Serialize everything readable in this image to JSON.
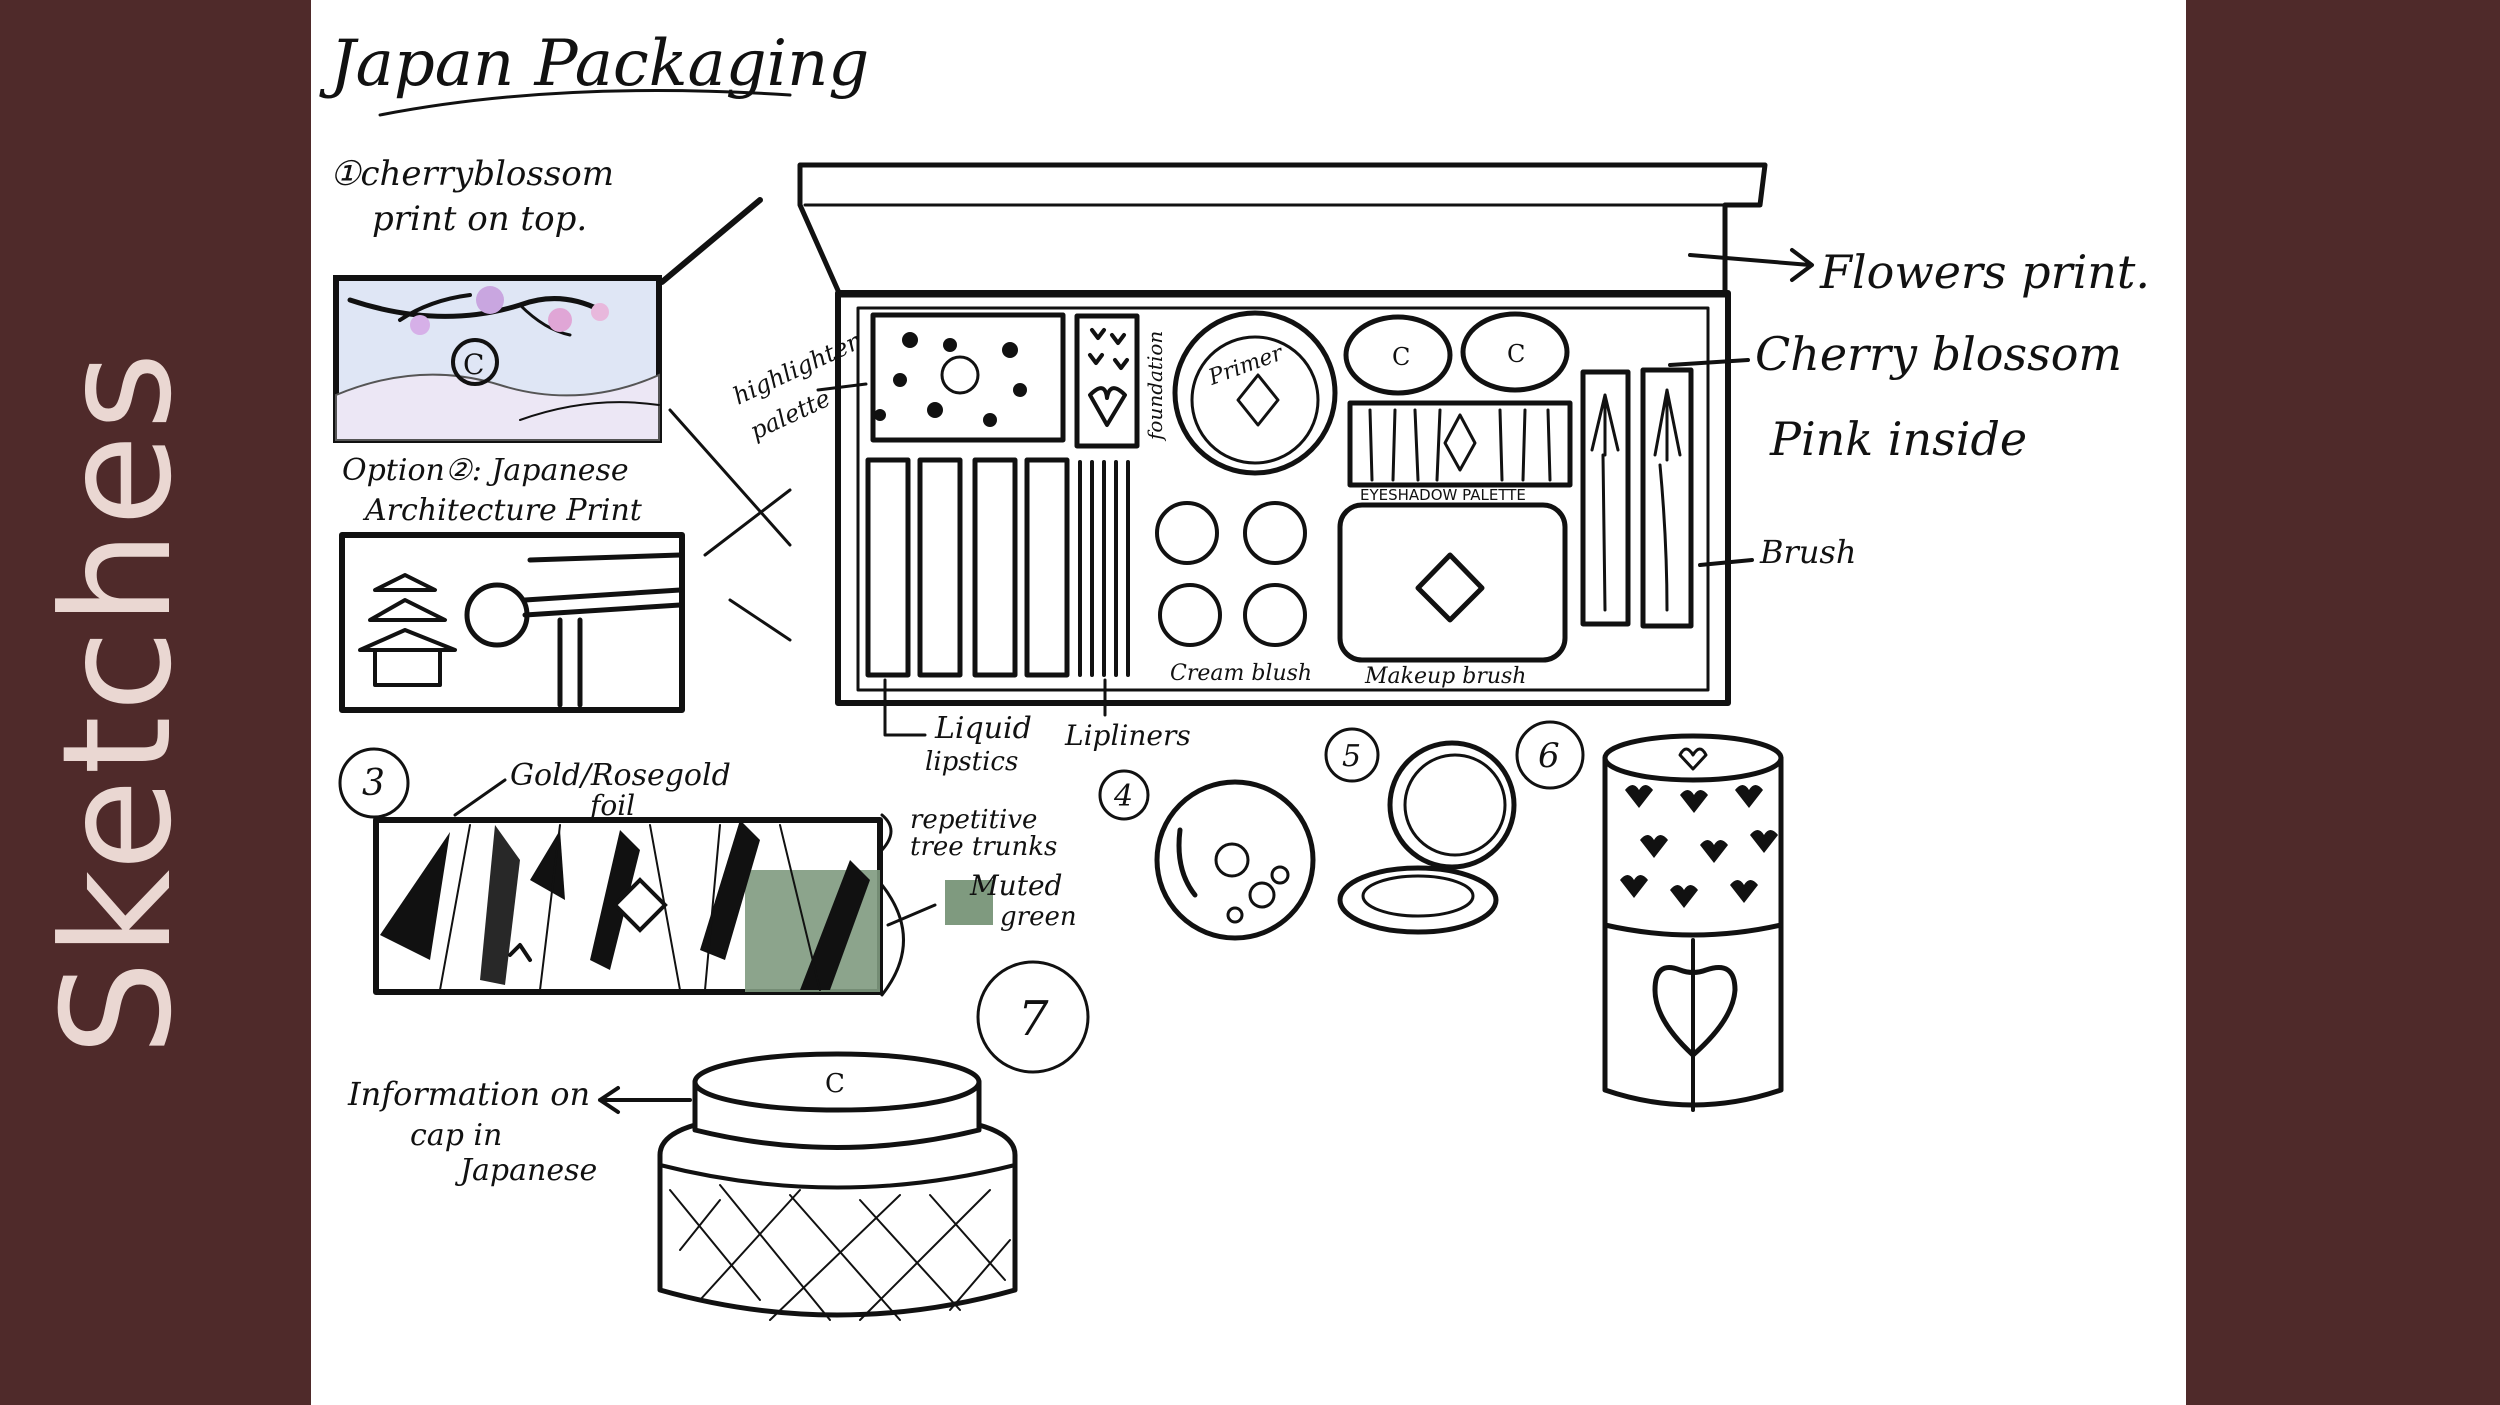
{
  "slide": {
    "side_title": "Sketches",
    "colors": {
      "band": "#4f2a2a",
      "side_title": "#ead7d2",
      "sheet": "#ffffff",
      "ink": "#111111",
      "muted_green": "#7f9a7f",
      "sky": "#dfe6f5"
    }
  },
  "sketch": {
    "title": "Japan Packaging",
    "opt1_line1": "①cherryblossom",
    "opt1_line2": "print on top.",
    "opt2_line1": "Option②: Japanese",
    "opt2_line2": "Architecture Print",
    "opt3_num": "3",
    "foil_line1": "Gold/Rosegold",
    "foil_line2": "foil",
    "trees_line1": "repetitive",
    "trees_line2": "tree trunks",
    "muted_line1": "Muted",
    "muted_line2": "green",
    "highlight_line1": "highlighter",
    "highlight_line2": "palette",
    "foundation": "foundation",
    "primer": "Primer",
    "eyeshadow": "EYESHADOW PALETTE",
    "cream_blush": "Cream blush",
    "makeup_brush": "Makeup brush",
    "liquid_line1": "Liquid",
    "liquid_line2": "lipstics",
    "lipliners": "Lipliners",
    "flowers_print": "Flowers print.",
    "cherry_line1": "Cherry blossom",
    "cherry_line2": "Pink inside",
    "brush": "Brush",
    "num4": "4",
    "num5": "5",
    "num6": "6",
    "num7": "7",
    "info_line1": "Information on",
    "info_line2": "cap in",
    "info_line3": "Japanese"
  }
}
